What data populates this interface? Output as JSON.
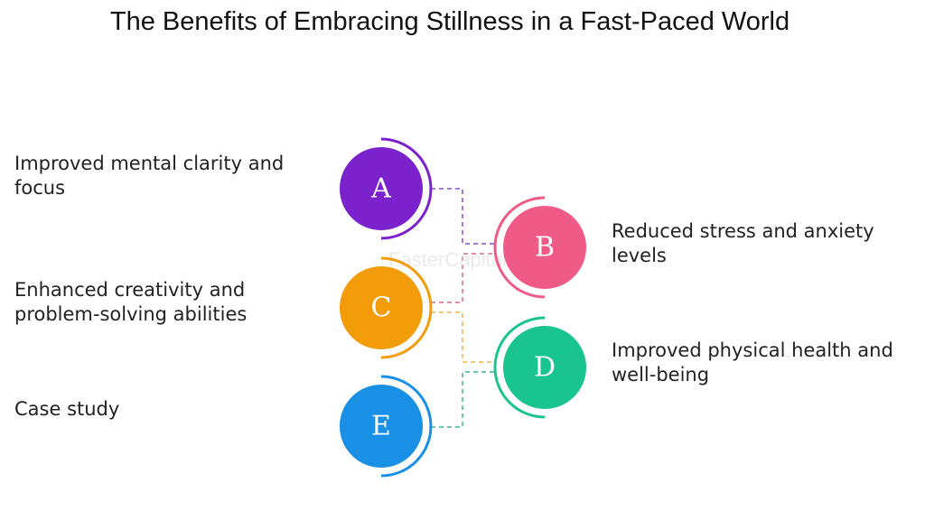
{
  "title": "The Benefits of Embracing Stillness in a Fast-Paced World",
  "watermark": "FasterCapital",
  "items": [
    {
      "letter": "A",
      "text": "Improved mental clarity and focus",
      "color": "#7b22cc"
    },
    {
      "letter": "B",
      "text": "Reduced stress and anxiety levels",
      "color": "#f05a87"
    },
    {
      "letter": "C",
      "text": "Enhanced creativity and problem-solving abilities",
      "color": "#f29c0a"
    },
    {
      "letter": "D",
      "text": "Improved physical health and well-being",
      "color": "#19c48f"
    },
    {
      "letter": "E",
      "text": "Case study",
      "color": "#1a8fe6"
    }
  ]
}
